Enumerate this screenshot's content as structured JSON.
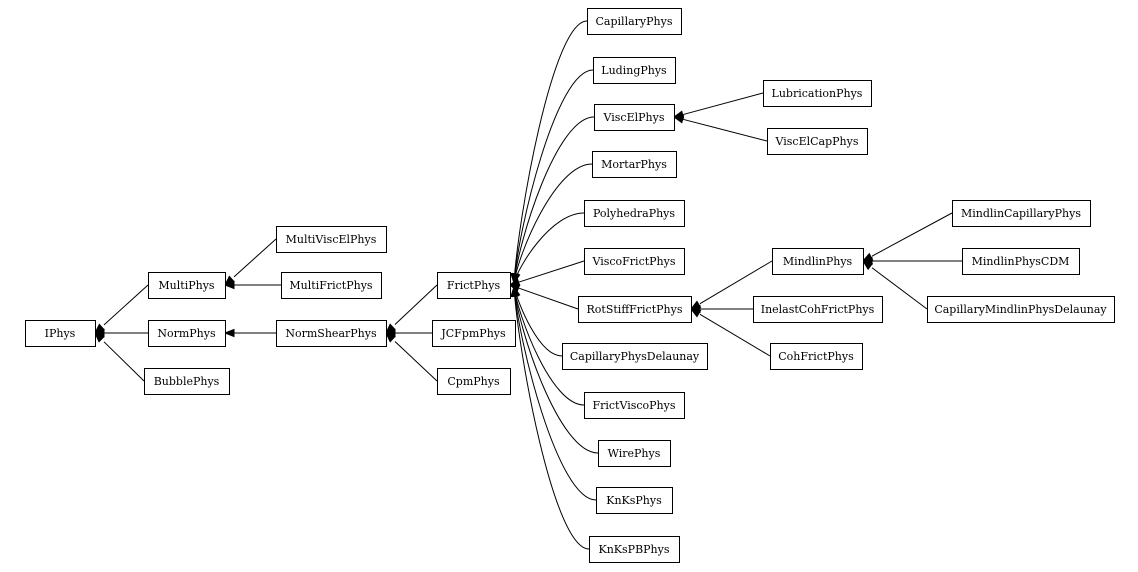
{
  "diagram": {
    "nodes": [
      {
        "id": "IPhys",
        "label": "IPhys"
      },
      {
        "id": "MultiPhys",
        "label": "MultiPhys"
      },
      {
        "id": "NormPhys",
        "label": "NormPhys"
      },
      {
        "id": "BubblePhys",
        "label": "BubblePhys"
      },
      {
        "id": "MultiViscElPhys",
        "label": "MultiViscElPhys"
      },
      {
        "id": "MultiFrictPhys",
        "label": "MultiFrictPhys"
      },
      {
        "id": "NormShearPhys",
        "label": "NormShearPhys"
      },
      {
        "id": "FrictPhys",
        "label": "FrictPhys"
      },
      {
        "id": "JCFpmPhys",
        "label": "JCFpmPhys"
      },
      {
        "id": "CpmPhys",
        "label": "CpmPhys"
      },
      {
        "id": "CapillaryPhys",
        "label": "CapillaryPhys"
      },
      {
        "id": "LudingPhys",
        "label": "LudingPhys"
      },
      {
        "id": "ViscElPhys",
        "label": "ViscElPhys"
      },
      {
        "id": "MortarPhys",
        "label": "MortarPhys"
      },
      {
        "id": "PolyhedraPhys",
        "label": "PolyhedraPhys"
      },
      {
        "id": "ViscoFrictPhys",
        "label": "ViscoFrictPhys"
      },
      {
        "id": "RotStiffFrictPhys",
        "label": "RotStiffFrictPhys"
      },
      {
        "id": "CapillaryPhysDelaunay",
        "label": "CapillaryPhysDelaunay"
      },
      {
        "id": "FrictViscoPhys",
        "label": "FrictViscoPhys"
      },
      {
        "id": "WirePhys",
        "label": "WirePhys"
      },
      {
        "id": "KnKsPhys",
        "label": "KnKsPhys"
      },
      {
        "id": "KnKsPBPhys",
        "label": "KnKsPBPhys"
      },
      {
        "id": "LubricationPhys",
        "label": "LubricationPhys"
      },
      {
        "id": "ViscElCapPhys",
        "label": "ViscElCapPhys"
      },
      {
        "id": "MindlinPhys",
        "label": "MindlinPhys"
      },
      {
        "id": "InelastCohFrictPhys",
        "label": "InelastCohFrictPhys"
      },
      {
        "id": "CohFrictPhys",
        "label": "CohFrictPhys"
      },
      {
        "id": "MindlinCapillaryPhys",
        "label": "MindlinCapillaryPhys"
      },
      {
        "id": "MindlinPhysCDM",
        "label": "MindlinPhysCDM"
      },
      {
        "id": "CapillaryMindlinPhysDelaunay",
        "label": "CapillaryMindlinPhysDelaunay"
      }
    ],
    "edges": [
      {
        "from": "MultiPhys",
        "to": "IPhys"
      },
      {
        "from": "NormPhys",
        "to": "IPhys"
      },
      {
        "from": "BubblePhys",
        "to": "IPhys"
      },
      {
        "from": "MultiViscElPhys",
        "to": "MultiPhys"
      },
      {
        "from": "MultiFrictPhys",
        "to": "MultiPhys"
      },
      {
        "from": "NormShearPhys",
        "to": "NormPhys"
      },
      {
        "from": "FrictPhys",
        "to": "NormShearPhys"
      },
      {
        "from": "JCFpmPhys",
        "to": "NormShearPhys"
      },
      {
        "from": "CpmPhys",
        "to": "NormShearPhys"
      },
      {
        "from": "CapillaryPhys",
        "to": "FrictPhys"
      },
      {
        "from": "LudingPhys",
        "to": "FrictPhys"
      },
      {
        "from": "ViscElPhys",
        "to": "FrictPhys"
      },
      {
        "from": "MortarPhys",
        "to": "FrictPhys"
      },
      {
        "from": "PolyhedraPhys",
        "to": "FrictPhys"
      },
      {
        "from": "ViscoFrictPhys",
        "to": "FrictPhys"
      },
      {
        "from": "RotStiffFrictPhys",
        "to": "FrictPhys"
      },
      {
        "from": "CapillaryPhysDelaunay",
        "to": "FrictPhys"
      },
      {
        "from": "FrictViscoPhys",
        "to": "FrictPhys"
      },
      {
        "from": "WirePhys",
        "to": "FrictPhys"
      },
      {
        "from": "KnKsPhys",
        "to": "FrictPhys"
      },
      {
        "from": "KnKsPBPhys",
        "to": "FrictPhys"
      },
      {
        "from": "LubricationPhys",
        "to": "ViscElPhys"
      },
      {
        "from": "ViscElCapPhys",
        "to": "ViscElPhys"
      },
      {
        "from": "MindlinPhys",
        "to": "RotStiffFrictPhys"
      },
      {
        "from": "InelastCohFrictPhys",
        "to": "RotStiffFrictPhys"
      },
      {
        "from": "CohFrictPhys",
        "to": "RotStiffFrictPhys"
      },
      {
        "from": "MindlinCapillaryPhys",
        "to": "MindlinPhys"
      },
      {
        "from": "MindlinPhysCDM",
        "to": "MindlinPhys"
      },
      {
        "from": "CapillaryMindlinPhysDelaunay",
        "to": "MindlinPhys"
      }
    ]
  }
}
